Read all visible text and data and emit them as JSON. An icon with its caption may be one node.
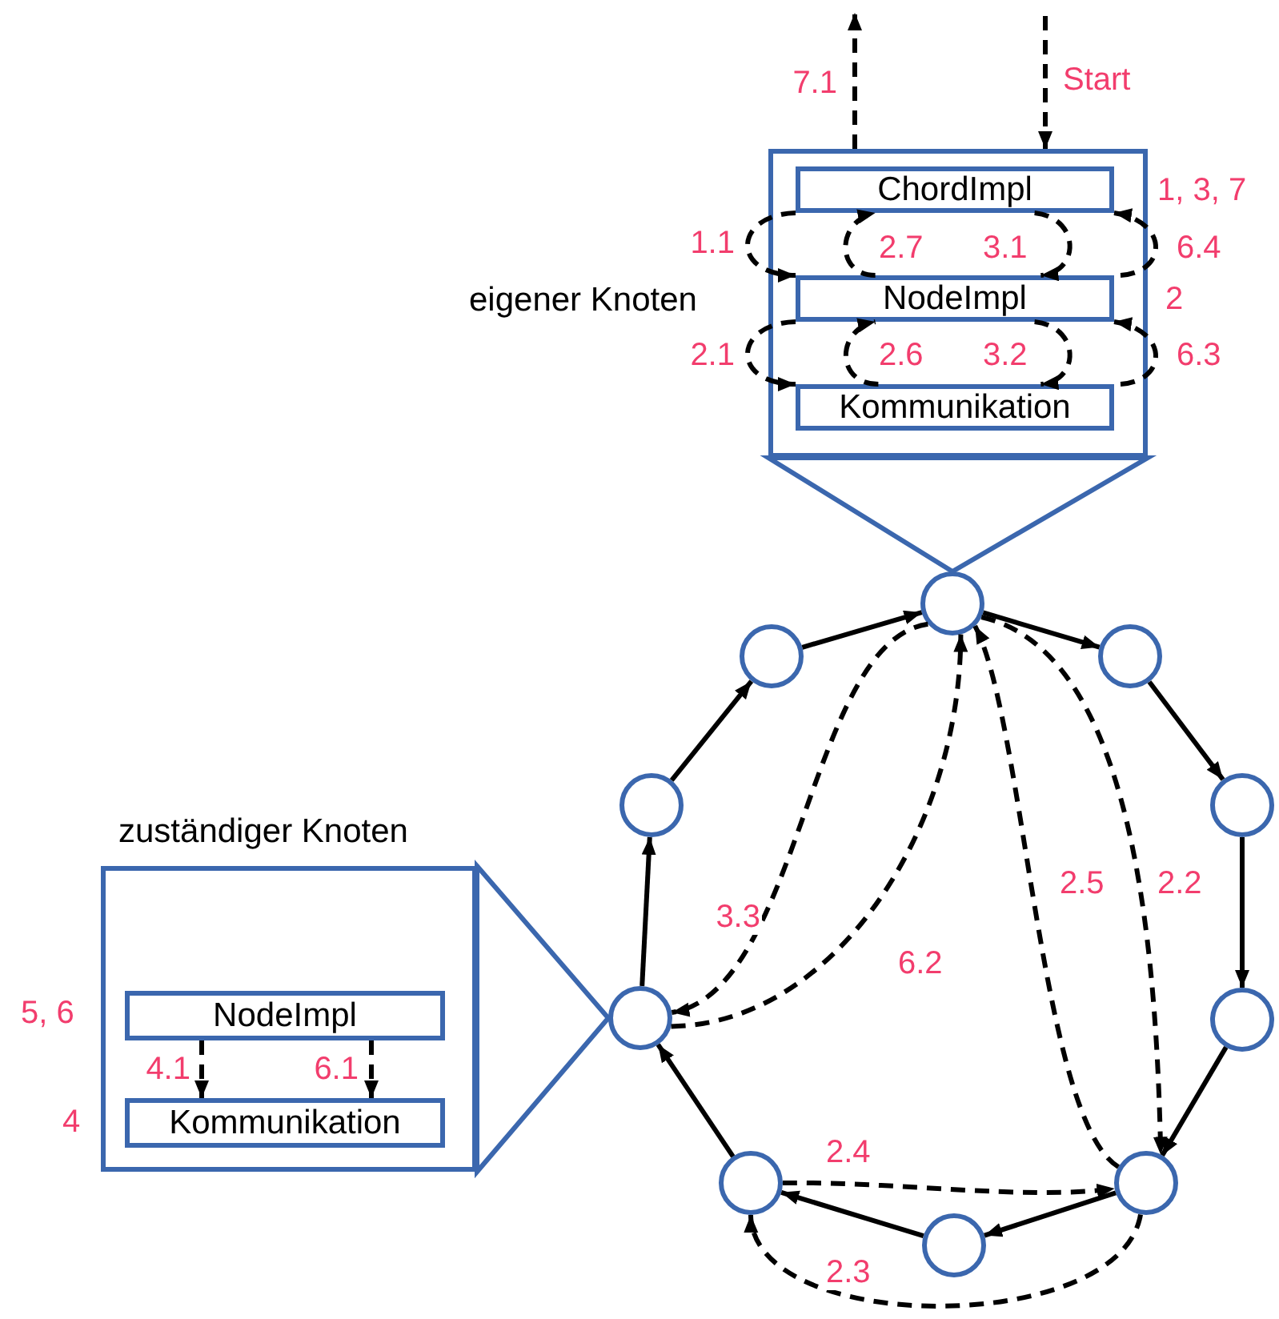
{
  "diagram": {
    "nodes": [
      {
        "text": [
          "eigener Knoten"
        ]
      },
      {
        "text": [
          "ChordImpl"
        ],
        "in": 0,
        "beside": [
          "1, 3, 7"
        ]
      },
      {
        "text": [
          "NodeImpl"
        ],
        "in": 0,
        "beside": [
          "2"
        ]
      },
      {
        "text": [
          "Kommunikation"
        ],
        "in": 0
      },
      {
        "text": [
          "zuständiger Knoten"
        ]
      },
      {
        "text": [
          "NodeImpl"
        ],
        "in": 4,
        "beside": [
          "5, 6"
        ]
      },
      {
        "text": [
          "Kommunikation"
        ],
        "in": 4,
        "beside": [
          "4"
        ]
      },
      {
        "text": [],
        "shape": "circle"
      },
      {
        "text": [],
        "shape": "circle"
      },
      {
        "text": [],
        "shape": "circle"
      },
      {
        "text": [],
        "shape": "circle"
      },
      {
        "text": [],
        "shape": "circle"
      },
      {
        "text": [],
        "shape": "circle"
      },
      {
        "text": [],
        "shape": "circle"
      },
      {
        "text": [],
        "shape": "circle"
      },
      {
        "text": [],
        "shape": "circle"
      },
      {
        "text": [],
        "shape": "circle"
      }
    ],
    "edges": [
      {
        "from": null,
        "to": 0,
        "arrow": "to",
        "label": "Start",
        "style": "dashed"
      },
      {
        "from": 0,
        "to": null,
        "arrow": "to",
        "label": "7.1",
        "style": "dashed"
      },
      {
        "from": 1,
        "to": 2,
        "arrow": "to",
        "label": "1.1",
        "style": "dashed"
      },
      {
        "from": 2,
        "to": 1,
        "arrow": "to",
        "label": "2.7",
        "style": "dashed"
      },
      {
        "from": 1,
        "to": 2,
        "arrow": "to",
        "label": "3.1",
        "style": "dashed"
      },
      {
        "from": 2,
        "to": 1,
        "arrow": "to",
        "label": "6.4",
        "style": "dashed"
      },
      {
        "from": 2,
        "to": 3,
        "arrow": "to",
        "label": "2.1",
        "style": "dashed"
      },
      {
        "from": 3,
        "to": 2,
        "arrow": "to",
        "label": "2.6",
        "style": "dashed"
      },
      {
        "from": 2,
        "to": 3,
        "arrow": "to",
        "label": "3.2",
        "style": "dashed"
      },
      {
        "from": 3,
        "to": 2,
        "arrow": "to",
        "label": "6.3",
        "style": "dashed"
      },
      {
        "from": 0,
        "to": 7,
        "arrow": "none",
        "color": "#3b67ae"
      },
      {
        "from": 7,
        "to": 9,
        "arrow": "to"
      },
      {
        "from": 9,
        "to": 11,
        "arrow": "to"
      },
      {
        "from": 11,
        "to": 13,
        "arrow": "to"
      },
      {
        "from": 13,
        "to": 15,
        "arrow": "to"
      },
      {
        "from": 15,
        "to": 16,
        "arrow": "to"
      },
      {
        "from": 16,
        "to": 14,
        "arrow": "to"
      },
      {
        "from": 14,
        "to": 12,
        "arrow": "to"
      },
      {
        "from": 12,
        "to": 10,
        "arrow": "to"
      },
      {
        "from": 10,
        "to": 8,
        "arrow": "to"
      },
      {
        "from": 8,
        "to": 7,
        "arrow": "to"
      },
      {
        "from": 7,
        "to": 15,
        "arrow": "to",
        "label": "2.2",
        "style": "dashed"
      },
      {
        "from": 15,
        "to": 7,
        "arrow": "to",
        "label": "2.5",
        "style": "dashed"
      },
      {
        "from": 7,
        "to": 12,
        "arrow": "to",
        "label": "3.3",
        "style": "dashed"
      },
      {
        "from": 12,
        "to": 7,
        "arrow": "to",
        "label": "6.2",
        "style": "dashed"
      },
      {
        "from": 14,
        "to": 15,
        "arrow": "to",
        "label": "2.4",
        "style": "dashed"
      },
      {
        "from": 15,
        "to": 14,
        "arrow": "to",
        "label": "2.3",
        "style": "dashed"
      },
      {
        "from": 4,
        "to": 12,
        "arrow": "none",
        "color": "#3b67ae"
      },
      {
        "from": 5,
        "to": 6,
        "arrow": "to",
        "label": "4.1",
        "style": "dashed"
      },
      {
        "from": 5,
        "to": 6,
        "arrow": "to",
        "label": "6.1",
        "style": "dashed"
      }
    ]
  }
}
